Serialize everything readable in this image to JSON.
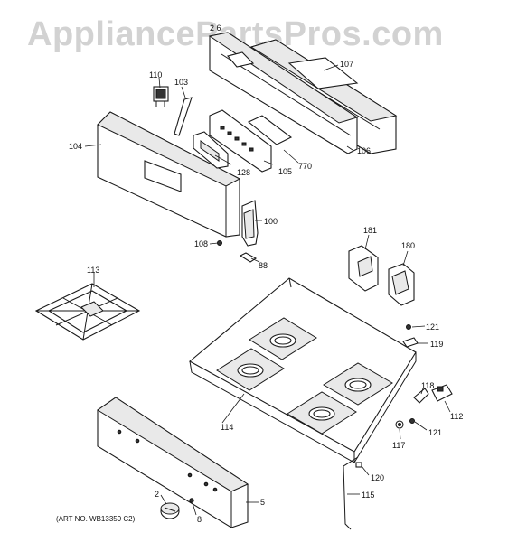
{
  "watermark": "AppliancePartsPros.com",
  "art_number": "(ART NO. WB13359 C2)",
  "callouts": {
    "p2": "2",
    "p5": "5",
    "p8": "8",
    "p88": "88",
    "p100": "100",
    "p103": "103",
    "p104": "104",
    "p105": "105",
    "p106": "106",
    "p107": "107",
    "p108": "108",
    "p110": "110",
    "p112": "112",
    "p113": "113",
    "p114": "114",
    "p115": "115",
    "p117": "117",
    "p118": "118",
    "p119": "119",
    "p120": "120",
    "p121a": "121",
    "p121b": "121",
    "p128": "128",
    "p180": "180",
    "p181": "181",
    "p770": "770",
    "top": "2 6"
  }
}
